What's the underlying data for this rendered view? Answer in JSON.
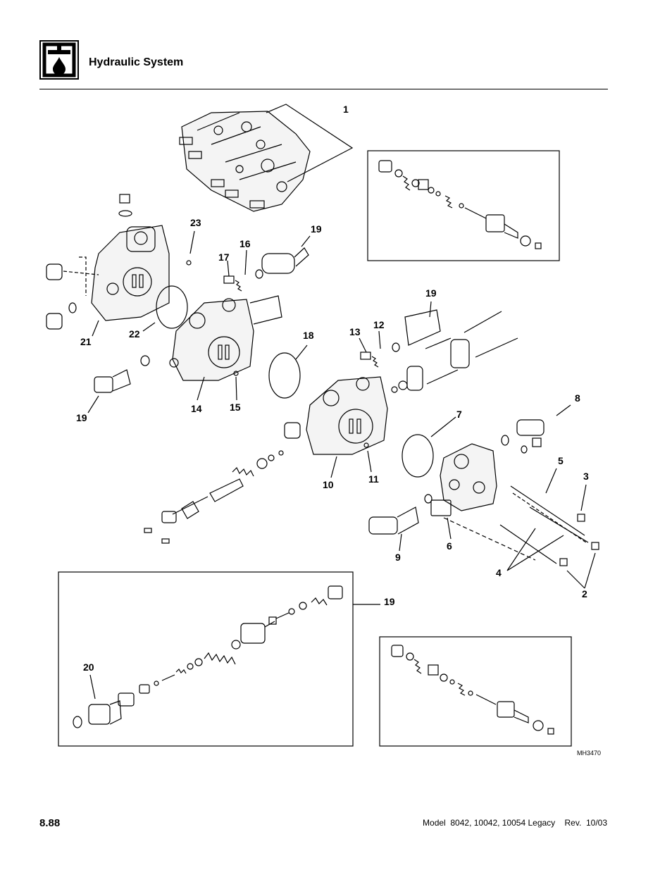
{
  "header": {
    "section_title": "Hydraulic System",
    "section_icon": "hydraulic-system-icon"
  },
  "diagram": {
    "figure_id": "MH3470",
    "callouts": [
      "1",
      "2",
      "3",
      "4",
      "5",
      "6",
      "7",
      "8",
      "9",
      "10",
      "11",
      "12",
      "13",
      "14",
      "15",
      "16",
      "17",
      "18",
      "19",
      "19",
      "19",
      "19",
      "20",
      "21",
      "22",
      "23"
    ]
  },
  "footer": {
    "page_number": "8.88",
    "model_info": "Model  8042, 10042, 10054 Legacy    Rev.  10/03"
  }
}
